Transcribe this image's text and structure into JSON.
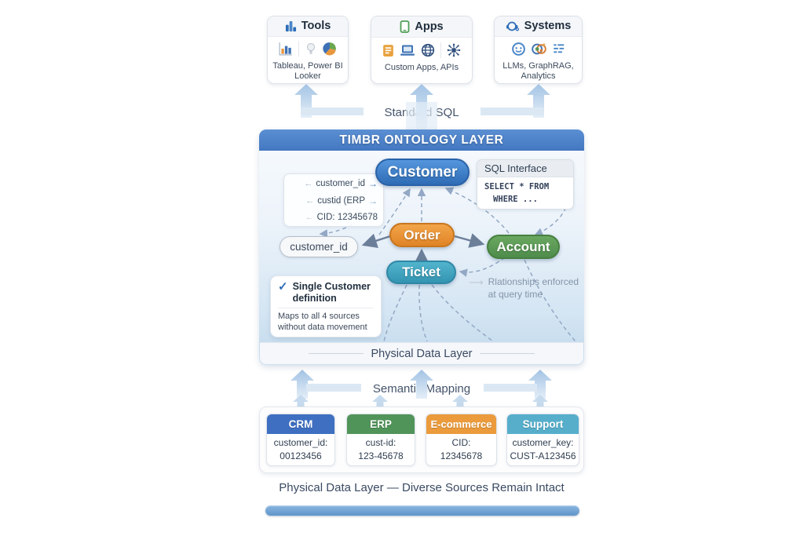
{
  "top_cards": [
    {
      "title": "Tools",
      "subtitle": "Tableau, Power BI Looker",
      "icons": [
        "power-bi-icon",
        "bar-chart-icon",
        "lightbulb-icon",
        "pie-chart-icon"
      ]
    },
    {
      "title": "Apps",
      "subtitle": "Custom Apps, APIs",
      "icons": [
        "tablet-icon",
        "journal-icon",
        "laptop-icon",
        "globe-icon",
        "api-hub-icon"
      ]
    },
    {
      "title": "Systems",
      "subtitle": "LLMs, GraphRAG, Analytics",
      "icons": [
        "headset-icon",
        "robot-face-icon",
        "brain-graph-icon",
        "analytics-list-icon"
      ]
    }
  ],
  "labels": {
    "standard_sql": "Standard SQL",
    "semantic_mapping": "Semantic Mapping"
  },
  "ontology": {
    "header": "TIMBR ONTOLOGY LAYER",
    "entities": {
      "customer": "Customer",
      "order": "Order",
      "account": "Account",
      "ticket": "Ticket"
    },
    "mapping_rows": [
      "customer_id",
      "custid (ERP",
      "CID: 12345678"
    ],
    "customer_id_pill": "customer_id",
    "sql_interface": {
      "title": "SQL Interface",
      "line1": "SELECT * FROM",
      "line2": "WHERE ..."
    },
    "single_customer": {
      "title": "Single Customer definition",
      "body": "Maps to all 4 sources without data movement"
    },
    "relationship_note": "Rlationships enforced at query time",
    "footer": "Physical Data Layer"
  },
  "sources": [
    {
      "name": "CRM",
      "field": "customer_id:",
      "value": "00123456"
    },
    {
      "name": "ERP",
      "field": "cust-id:",
      "value": "123-45678"
    },
    {
      "name": "E-commerce",
      "field": "CID:",
      "value": "12345678"
    },
    {
      "name": "Support",
      "field": "customer_key:",
      "value": "CUST-A123456"
    }
  ],
  "caption": "Physical Data Layer — Diverse Sources Remain Intact",
  "icons": {
    "arrow_left": "←",
    "arrow_right": "→",
    "check": "✓",
    "note_arrow": "⟶"
  },
  "colors": {
    "ontology_header": "#4377c0",
    "customer_pill": "#2e6cb5",
    "order_pill": "#e08426",
    "account_pill": "#4f8c4c",
    "ticket_pill": "#3495b2",
    "crm_header": "#3e6fc1",
    "erp_header": "#51945a",
    "ecommerce_header": "#eb9b3c",
    "support_header": "#56aecb",
    "bottom_bar": "#5f95ca"
  }
}
